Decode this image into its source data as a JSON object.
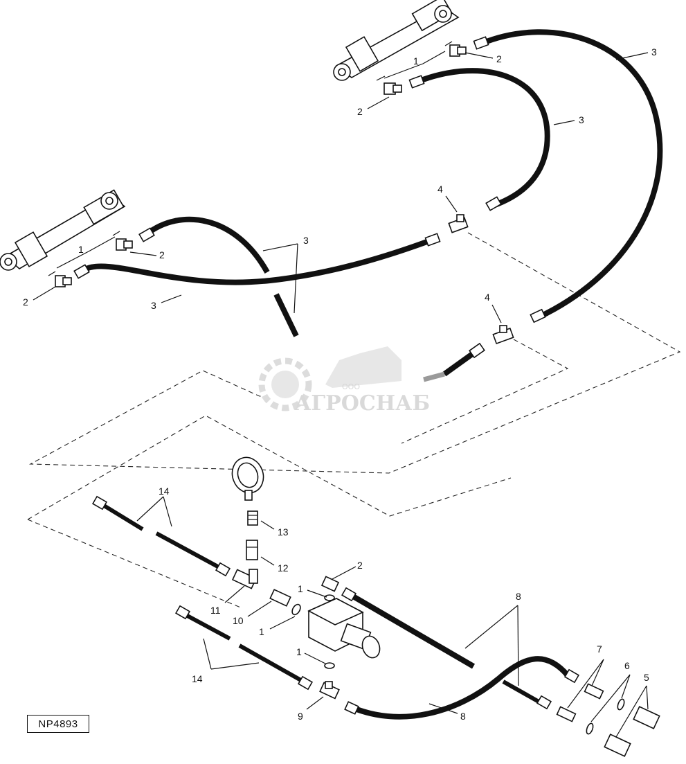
{
  "diagram": {
    "reference_code": "NP4893",
    "watermark": {
      "company_prefix": "ООО",
      "company_name": "АГРОСНАБ"
    },
    "callouts": {
      "c1a": "1",
      "c1b": "1",
      "c1c": "1",
      "c1d": "1",
      "c1e": "1",
      "c2a": "2",
      "c2b": "2",
      "c2c": "2",
      "c2d": "2",
      "c2e": "2",
      "c3a": "3",
      "c3b": "3",
      "c3c": "3",
      "c3d": "3",
      "c4a": "4",
      "c4b": "4",
      "c5": "5",
      "c6": "6",
      "c7": "7",
      "c8a": "8",
      "c8b": "8",
      "c9": "9",
      "c10": "10",
      "c11": "11",
      "c12": "12",
      "c13": "13",
      "c14a": "14",
      "c14b": "14"
    },
    "colors": {
      "ink": "#111111",
      "watermark": "#d3d3d3",
      "paper": "#ffffff"
    }
  }
}
